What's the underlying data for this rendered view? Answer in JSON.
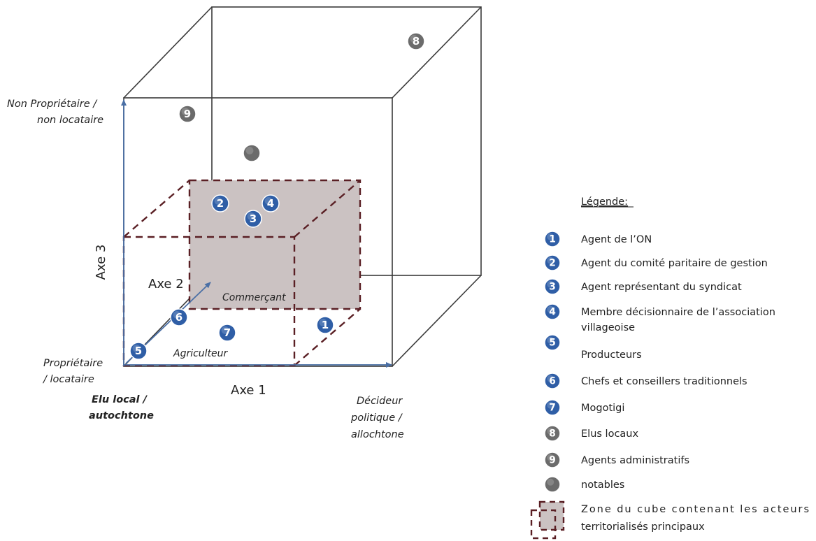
{
  "axes": {
    "axis1": "Axe 1",
    "axis2": "Axe 2",
    "axis3": "Axe 3",
    "axis3_top_line1": "Non Propriétaire /",
    "axis3_top_line2": "non locataire",
    "axis3_bottom_line1": "Propriétaire",
    "axis3_bottom_line2": "/ locataire",
    "axis1_left_line1": "Elu local /",
    "axis1_left_line2": "autochtone",
    "axis1_right_line1": "Décideur",
    "axis1_right_line2": "politique /",
    "axis1_right_line3": "allochtone"
  },
  "inner_labels": {
    "commercant": "Commerçant",
    "agriculteur": "Agriculteur"
  },
  "markers": [
    {
      "id": "1",
      "label": "1",
      "color": "#2f5ea6"
    },
    {
      "id": "2",
      "label": "2",
      "color": "#2f5ea6"
    },
    {
      "id": "3",
      "label": "3",
      "color": "#2f5ea6"
    },
    {
      "id": "4",
      "label": "4",
      "color": "#2f5ea6"
    },
    {
      "id": "5",
      "label": "5",
      "color": "#2f5ea6"
    },
    {
      "id": "6",
      "label": "6",
      "color": "#2f5ea6"
    },
    {
      "id": "7",
      "label": "7",
      "color": "#2f5ea6"
    },
    {
      "id": "8",
      "label": "8",
      "color": "#6b6b6b"
    },
    {
      "id": "9",
      "label": "9",
      "color": "#6b6b6b"
    },
    {
      "id": "notables",
      "label": "",
      "color": "#6b6b6b"
    }
  ],
  "legend": {
    "title": "Légende:",
    "items": [
      {
        "num": "1",
        "text": "Agent de l’ON",
        "color": "#2f5ea6"
      },
      {
        "num": "2",
        "text": "Agent du comité paritaire de gestion",
        "color": "#2f5ea6"
      },
      {
        "num": "3",
        "text": "Agent  représentant du syndicat",
        "color": "#2f5ea6"
      },
      {
        "num": "4",
        "text": "Membre décisionnaire de l’association",
        "text2": "villageoise",
        "color": "#2f5ea6"
      },
      {
        "num": "5",
        "text": "Producteurs",
        "color": "#2f5ea6"
      },
      {
        "num": "6",
        "text": "Chefs et conseillers traditionnels",
        "color": "#2f5ea6"
      },
      {
        "num": "7",
        "text": "Mogotigi",
        "color": "#2f5ea6"
      },
      {
        "num": "8",
        "text": "Elus locaux",
        "color": "#6b6b6b"
      },
      {
        "num": "9",
        "text": "Agents administratifs",
        "color": "#6b6b6b"
      },
      {
        "num": "",
        "text": "notables",
        "color": "#6b6b6b"
      }
    ],
    "zone_line1": "Zone du cube contenant les acteurs",
    "zone_line2": "territorialisés principaux",
    "zone_color": "#cbc2c2",
    "zone_border_color": "#5a1f24"
  },
  "colors": {
    "cube_line": "#3a3a3a",
    "axis_line": "#4a6fa5",
    "zone_fill": "#cbc2c2",
    "zone_dash": "#5a1f24"
  }
}
